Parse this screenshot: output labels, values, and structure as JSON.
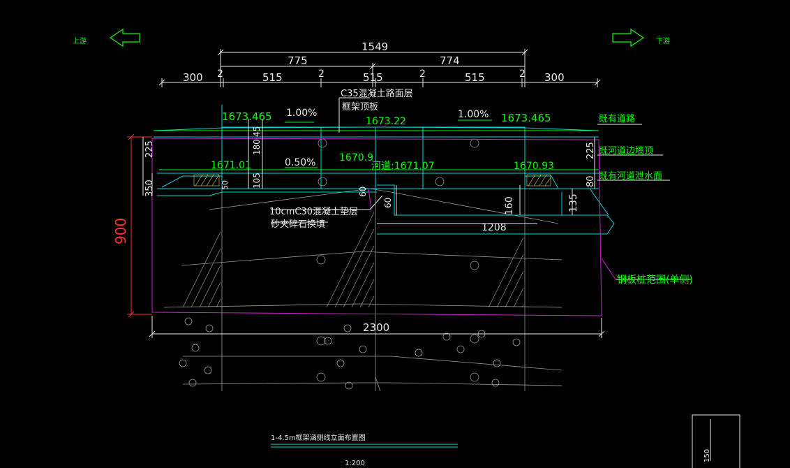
{
  "colors": {
    "white": "#e8e8e8",
    "green": "#00ff00",
    "cyan": "#00d8d8",
    "magenta": "#d020d0",
    "red": "#ff3030",
    "gray": "#9a9a9a"
  },
  "directions": {
    "upstream": "上游",
    "downstream": "下游"
  },
  "dims": {
    "total": "1549",
    "left_half": "775",
    "right_half": "774",
    "outer_left": "300",
    "outer_right": "300",
    "span1": "515",
    "span2": "515",
    "span3": "515",
    "wall1": "2",
    "wall2": "2",
    "wall3": "2",
    "wall4": "2",
    "bottom_total": "2300",
    "height_total": "900",
    "h225_left": "225",
    "h350_left": "350",
    "h225_right": "225",
    "h80_right": "80",
    "h180": "180",
    "h45": "45",
    "h105": "105",
    "h50": "50",
    "h60a": "60",
    "h60b": "60",
    "h160": "160",
    "h135": "135",
    "w1208": "1208"
  },
  "elev": {
    "top_left": "1673.465",
    "top_mid": "1673.22",
    "top_right": "1673.465",
    "bot_left": "1671.01",
    "bot_mid": "1670.9",
    "river": "河道:1671.07",
    "bot_right": "1670.93"
  },
  "slopes": {
    "left": "1.00%",
    "right": "1.00%",
    "inner": "0.50%"
  },
  "labels": {
    "pavement": "C35混凝土路面层",
    "frame_top": "框架顶板",
    "cushion": "10cmC30混凝土垫层",
    "backfill": "砂夹碎石换填",
    "existing_road": "既有道路",
    "river_wall_top": "既河道边墙顶",
    "flood_level": "既有河道泄水面",
    "sheet_pile": "钢板桩范围(单侧)"
  },
  "title": {
    "main": "1-4.5m框架涵侧线立面布置图",
    "scale": "1:200"
  },
  "corner_dim": "150"
}
